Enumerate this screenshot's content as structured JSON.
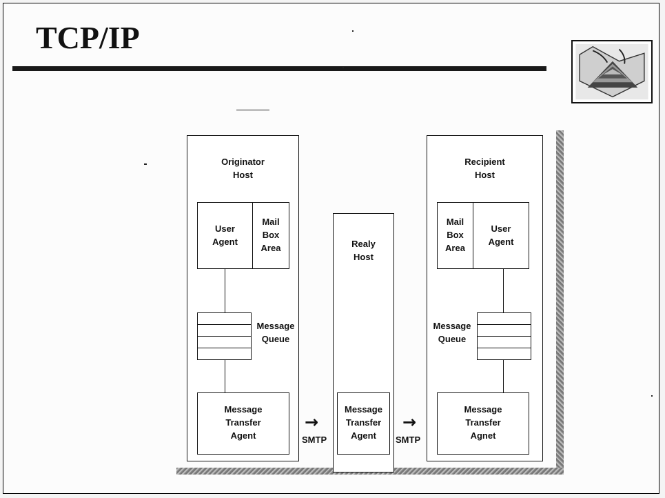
{
  "slide": {
    "title": "TCP/IP"
  },
  "originator": {
    "host_label": "Originator\nHost",
    "user_agent": "User\nAgent",
    "mailbox": "Mail\nBox\nArea",
    "queue_label": "Message\nQueue",
    "mta": "Message\nTransfer\nAgent"
  },
  "relay": {
    "host_label": "Realy\nHost",
    "mta": "Message\nTransfer\nAgent"
  },
  "recipient": {
    "host_label": "Recipient\nHost",
    "mailbox": "Mail\nBox\nArea",
    "user_agent": "User\nAgent",
    "queue_label": "Message\nQueue",
    "mta": "Message\nTransfer\nAgnet"
  },
  "links": {
    "arrow_glyph": "→",
    "smtp_left": "SMTP",
    "smtp_right": "SMTP"
  }
}
